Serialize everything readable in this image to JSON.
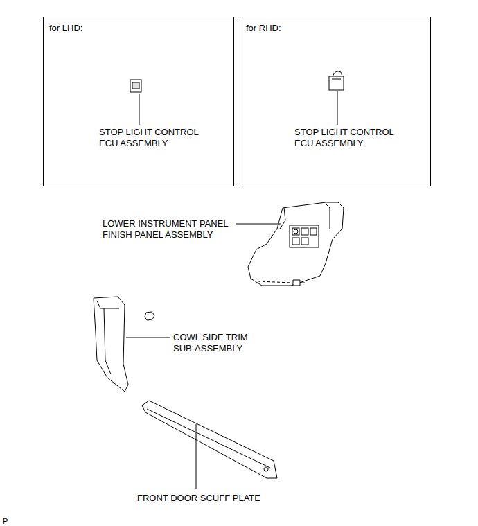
{
  "diagram": {
    "nodes": [
      {
        "text": [
          "for LHD:",
          "STOP LIGHT CONTROL ECU ASSEMBLY"
        ]
      },
      {
        "text": [
          "for RHD:",
          "STOP LIGHT CONTROL ECU ASSEMBLY"
        ]
      }
    ],
    "labels": [
      "LOWER INSTRUMENT PANEL FINISH PANEL ASSEMBLY",
      "COWL SIDE TRIM SUB-ASSEMBLY",
      "FRONT DOOR SCUFF PLATE",
      "P"
    ]
  }
}
